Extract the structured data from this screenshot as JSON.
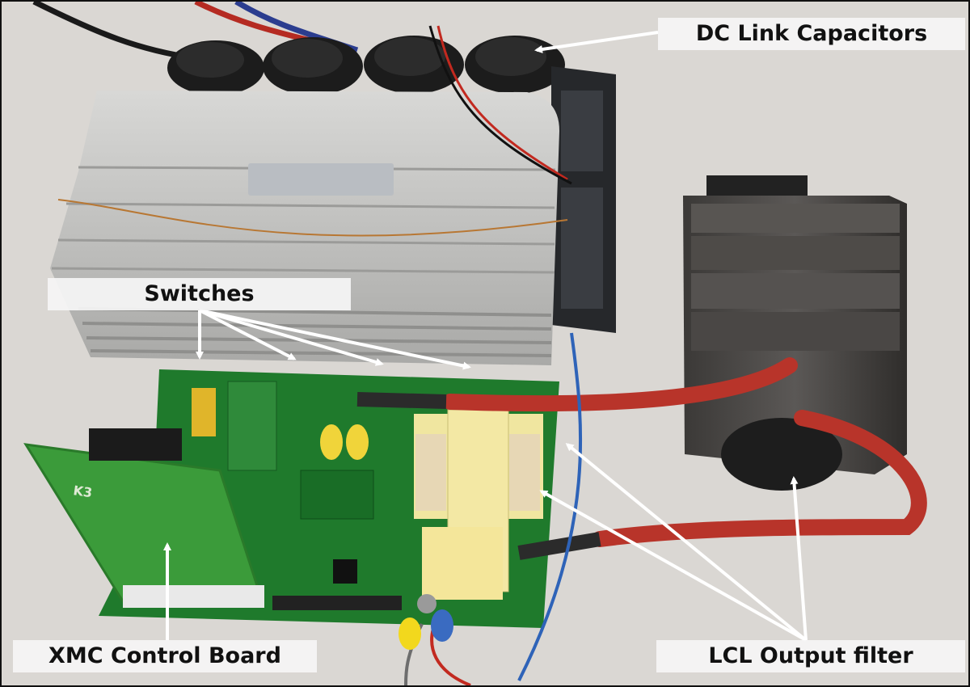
{
  "annotations": {
    "dc_link": "DC Link Capacitors",
    "switches": "Switches",
    "xmc_board": "XMC Control Board",
    "lcl_filter": "LCL Output filter"
  },
  "silkscreen": {
    "board_mark": "K3"
  },
  "colors": {
    "background": "#d9d6d2",
    "pcb_green": "#1f7a2c",
    "heatsink": "#c8c8c6",
    "capacitor": "#1c1c1c",
    "cable_red": "#b8342a",
    "filter_core": "#4a4744",
    "arrow": "#ffffff",
    "callout_bg": "#f5f5f5"
  }
}
